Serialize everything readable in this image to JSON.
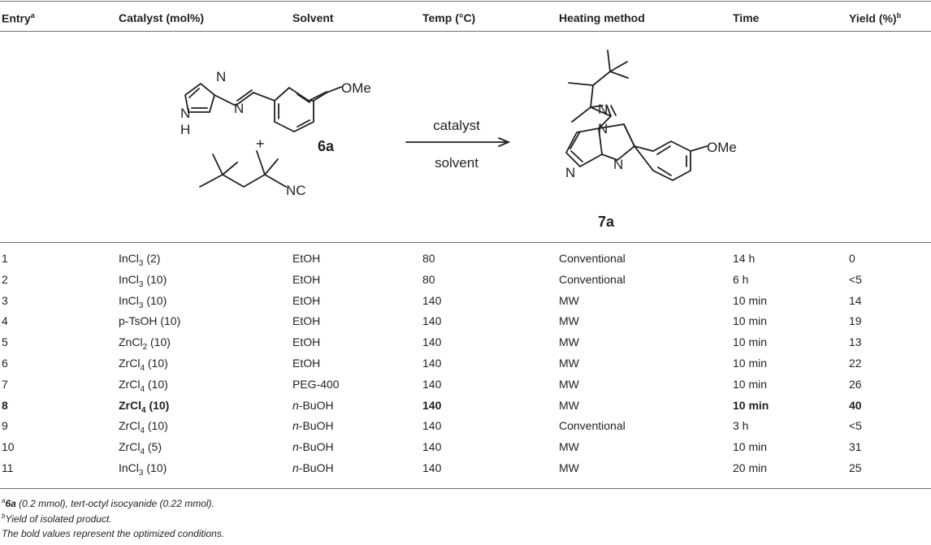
{
  "table": {
    "headers": [
      {
        "text": "Entry",
        "sup": "a"
      },
      {
        "text": "Catalyst (mol%)",
        "sup": ""
      },
      {
        "text": "Solvent",
        "sup": ""
      },
      {
        "text": "Temp (°C)",
        "sup": ""
      },
      {
        "text": "Heating method",
        "sup": ""
      },
      {
        "text": "Time",
        "sup": ""
      },
      {
        "text": "Yield (%)",
        "sup": "b"
      }
    ],
    "scheme": {
      "reagent_label": "6a",
      "product_label": "7a",
      "plus": "+",
      "arrow_top": "catalyst",
      "arrow_bottom": "solvent",
      "ome_1": "OMe",
      "ome_2": "OMe",
      "nc": "NC",
      "atom_n": "N",
      "atom_h": "H"
    },
    "rows": [
      {
        "entry": "1",
        "cat_name": "InCl",
        "cat_sub": "3",
        "cat_rest": " (2)",
        "solvent_pre": "",
        "solvent": "EtOH",
        "temp": "80",
        "method": "Conventional",
        "time": "14 h",
        "yield": "0",
        "bold": false
      },
      {
        "entry": "2",
        "cat_name": "InCl",
        "cat_sub": "3",
        "cat_rest": " (10)",
        "solvent_pre": "",
        "solvent": "EtOH",
        "temp": "80",
        "method": "Conventional",
        "time": "6 h",
        "yield": "<5",
        "bold": false
      },
      {
        "entry": "3",
        "cat_name": "InCl",
        "cat_sub": "3",
        "cat_rest": " (10)",
        "solvent_pre": "",
        "solvent": "EtOH",
        "temp": "140",
        "method": "MW",
        "time": "10 min",
        "yield": "14",
        "bold": false
      },
      {
        "entry": "4",
        "cat_name": "p-TsOH (10)",
        "cat_sub": "",
        "cat_rest": "",
        "solvent_pre": "",
        "solvent": "EtOH",
        "temp": "140",
        "method": "MW",
        "time": "10 min",
        "yield": "19",
        "bold": false
      },
      {
        "entry": "5",
        "cat_name": "ZnCl",
        "cat_sub": "2",
        "cat_rest": " (10)",
        "solvent_pre": "",
        "solvent": "EtOH",
        "temp": "140",
        "method": "MW",
        "time": "10 min",
        "yield": "13",
        "bold": false
      },
      {
        "entry": "6",
        "cat_name": "ZrCl",
        "cat_sub": "4",
        "cat_rest": " (10)",
        "solvent_pre": "",
        "solvent": "EtOH",
        "temp": "140",
        "method": "MW",
        "time": "10 min",
        "yield": "22",
        "bold": false
      },
      {
        "entry": "7",
        "cat_name": "ZrCl",
        "cat_sub": "4",
        "cat_rest": " (10)",
        "solvent_pre": "",
        "solvent": "PEG-400",
        "temp": "140",
        "method": "MW",
        "time": "10 min",
        "yield": "26",
        "bold": false
      },
      {
        "entry": "8",
        "cat_name": "ZrCl",
        "cat_sub": "4",
        "cat_rest": " (10)",
        "solvent_pre": "n",
        "solvent": "-BuOH",
        "temp": "140",
        "method": "MW",
        "time": "10 min",
        "yield": "40",
        "bold": true
      },
      {
        "entry": "9",
        "cat_name": "ZrCl",
        "cat_sub": "4",
        "cat_rest": " (10)",
        "solvent_pre": "n",
        "solvent": "-BuOH",
        "temp": "140",
        "method": "Conventional",
        "time": "3 h",
        "yield": "<5",
        "bold": false
      },
      {
        "entry": "10",
        "cat_name": "ZrCl",
        "cat_sub": "4",
        "cat_rest": " (5)",
        "solvent_pre": "n",
        "solvent": "-BuOH",
        "temp": "140",
        "method": "MW",
        "time": "10 min",
        "yield": "31",
        "bold": false
      },
      {
        "entry": "11",
        "cat_name": "InCl",
        "cat_sub": "3",
        "cat_rest": " (10)",
        "solvent_pre": "n",
        "solvent": "-BuOH",
        "temp": "140",
        "method": "MW",
        "time": "20 min",
        "yield": "25",
        "bold": false
      }
    ]
  },
  "footnotes": {
    "a_mark": "a",
    "a_bold": "6a",
    "a_text": " (0.2 mmol), tert-octyl isocyanide (0.22 mmol).",
    "b_mark": "b",
    "b_text": "Yield of isolated product.",
    "c_text": "The bold values represent the optimized conditions."
  }
}
